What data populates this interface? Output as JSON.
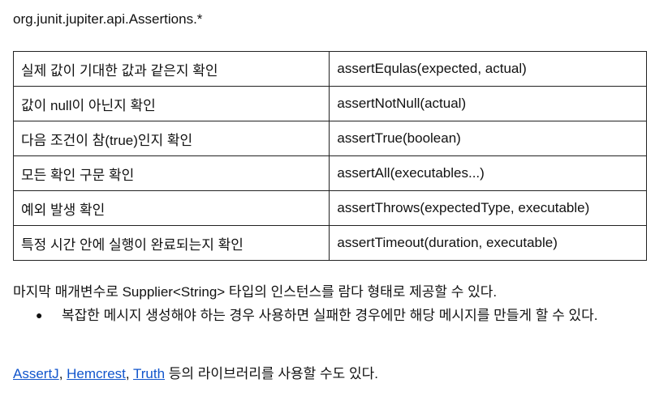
{
  "heading": "org.junit.jupiter.api.Assertions.*",
  "table": {
    "rows": [
      {
        "description": "실제 값이 기대한 값과 같은지 확인",
        "method": "assertEqulas(expected, actual)"
      },
      {
        "description": "값이 null이 아닌지 확인",
        "method": "assertNotNull(actual)"
      },
      {
        "description": "다음 조건이 참(true)인지 확인",
        "method": "assertTrue(boolean)"
      },
      {
        "description": "모든 확인 구문 확인",
        "method": "assertAll(executables...)"
      },
      {
        "description": "예외 발생 확인",
        "method": "assertThrows(expectedType, executable)"
      },
      {
        "description": "특정 시간 안에 실행이 완료되는지 확인",
        "method": "assertTimeout(duration, executable)"
      }
    ]
  },
  "paragraph": "마지막 매개변수로 Supplier<String> 타입의 인스턴스를 람다 형태로 제공할 수 있다.",
  "bullet": {
    "symbol": "●",
    "text": "복잡한 메시지 생성해야 하는 경우 사용하면 실패한 경우에만 해당 메시지를 만들게 할 수 있다."
  },
  "links": {
    "items": [
      "AssertJ",
      "Hemcrest",
      "Truth"
    ],
    "separator": ", ",
    "suffix": " 등의 라이브러리를 사용할 수도 있다.",
    "link_color": "#1155cc"
  }
}
